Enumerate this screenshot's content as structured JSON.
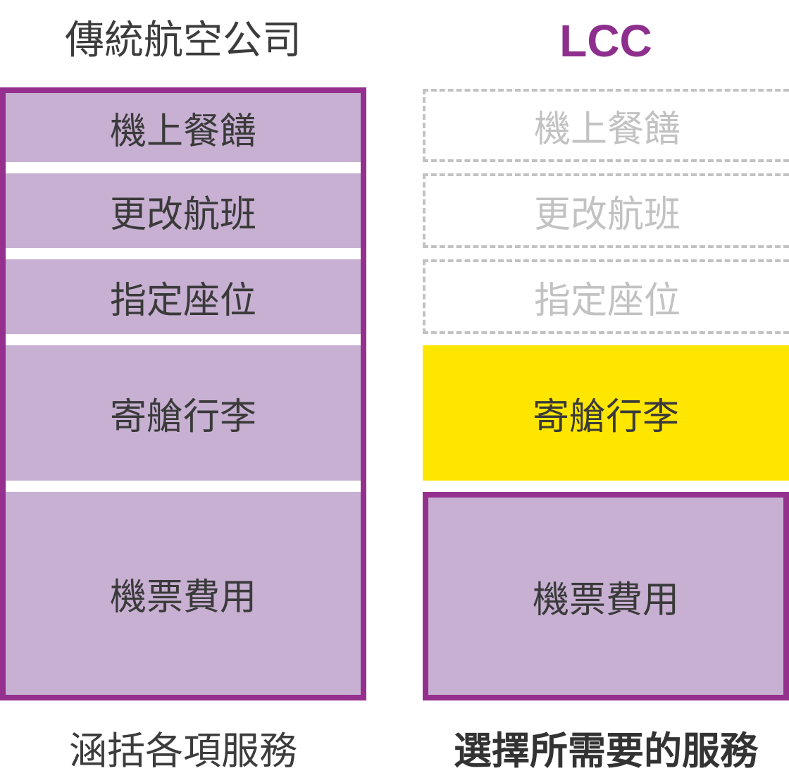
{
  "left_column": {
    "title": "傳統航空公司",
    "items": [
      "機上餐饍",
      "更改航班",
      "指定座位",
      "寄艙行李",
      "機票費用"
    ],
    "caption": "涵括各項服務",
    "frame_color": "#96308f",
    "fill_color": "#c7b0d2"
  },
  "right_column": {
    "title": "LCC",
    "optional_items": [
      "機上餐饍",
      "更改航班",
      "指定座位"
    ],
    "highlight_item": "寄艙行李",
    "base_item": "機票費用",
    "caption": "選擇所需要的服務",
    "title_color": "#8e2f8e",
    "highlight_color": "#ffe600",
    "dashed_color": "#c2c2c2"
  }
}
